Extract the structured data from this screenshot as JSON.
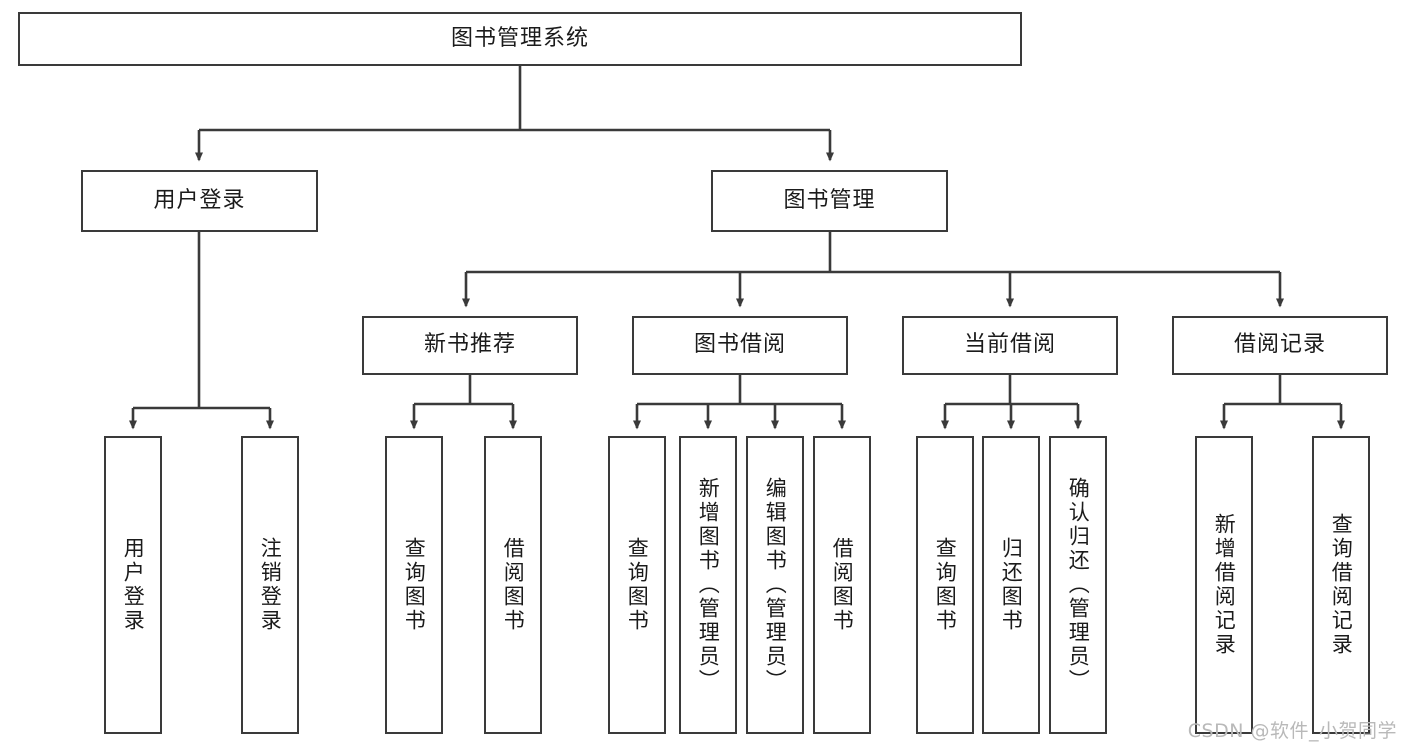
{
  "diagram": {
    "title": "图书管理系统",
    "type": "tree-hierarchy-diagram",
    "root": {
      "label": "图书管理系统"
    },
    "level2": [
      {
        "label": "用户登录"
      },
      {
        "label": "图书管理"
      }
    ],
    "level3": [
      {
        "label": "新书推荐"
      },
      {
        "label": "图书借阅"
      },
      {
        "label": "当前借阅"
      },
      {
        "label": "借阅记录"
      }
    ],
    "leaves": {
      "user_login": [
        {
          "label": "用户登录"
        },
        {
          "label": "注销登录"
        }
      ],
      "new_book_recommend": [
        {
          "label": "查询图书"
        },
        {
          "label": "借阅图书"
        }
      ],
      "book_borrow": [
        {
          "label": "查询图书"
        },
        {
          "label": "新增图书（管理员）"
        },
        {
          "label": "编辑图书（管理员）"
        },
        {
          "label": "借阅图书"
        }
      ],
      "current_borrow": [
        {
          "label": "查询图书"
        },
        {
          "label": "归还图书"
        },
        {
          "label": "确认归还（管理员）"
        }
      ],
      "borrow_record": [
        {
          "label": "新增借阅记录"
        },
        {
          "label": "查询借阅记录"
        }
      ]
    }
  },
  "watermark": {
    "text": "CSDN @软件_小贺同学"
  },
  "colors": {
    "border": "#3a3a3a",
    "text": "#1b1b1b",
    "background": "#ffffff",
    "watermark": "#b9b9b9"
  }
}
